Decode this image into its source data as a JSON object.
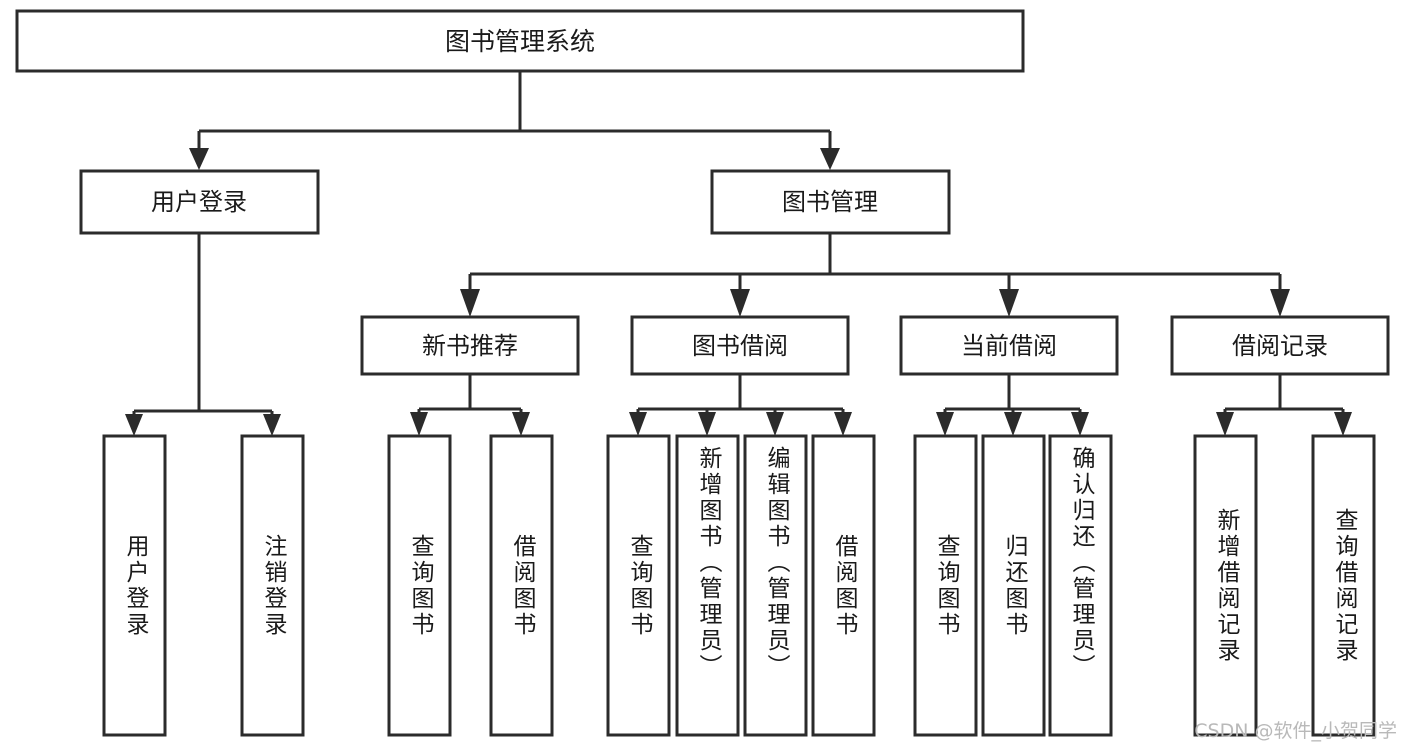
{
  "diagram": {
    "type": "tree",
    "title": "图书管理系统",
    "orientation": "top-down",
    "colors": {
      "box_stroke": "#2b2b2b",
      "box_fill": "#ffffff",
      "text": "#1a1a1a",
      "background": "#ffffff",
      "watermark": "#b9b9b9"
    },
    "root": {
      "label": "图书管理系统",
      "level": 0
    },
    "level1": [
      {
        "label": "用户登录",
        "level": 1
      },
      {
        "label": "图书管理",
        "level": 1
      }
    ],
    "level2": [
      {
        "label": "新书推荐",
        "level": 2,
        "parent": "图书管理"
      },
      {
        "label": "图书借阅",
        "level": 2,
        "parent": "图书管理"
      },
      {
        "label": "当前借阅",
        "level": 2,
        "parent": "图书管理"
      },
      {
        "label": "借阅记录",
        "level": 2,
        "parent": "图书管理"
      }
    ],
    "leaves": {
      "user_login": [
        {
          "label": "用户登录"
        },
        {
          "label": "注销登录"
        }
      ],
      "new_book": [
        {
          "label": "查询图书"
        },
        {
          "label": "借阅图书"
        }
      ],
      "book_borrow": [
        {
          "label": "查询图书"
        },
        {
          "label": "新增图书（管理员）"
        },
        {
          "label": "编辑图书（管理员）"
        },
        {
          "label": "借阅图书"
        }
      ],
      "current_borrow": [
        {
          "label": "查询图书"
        },
        {
          "label": "归还图书"
        },
        {
          "label": "确认归还（管理员）"
        }
      ],
      "borrow_record": [
        {
          "label": "新增借阅记录"
        },
        {
          "label": "查询借阅记录"
        }
      ]
    }
  },
  "watermark": {
    "text": "CSDN @软件_小贺同学"
  }
}
